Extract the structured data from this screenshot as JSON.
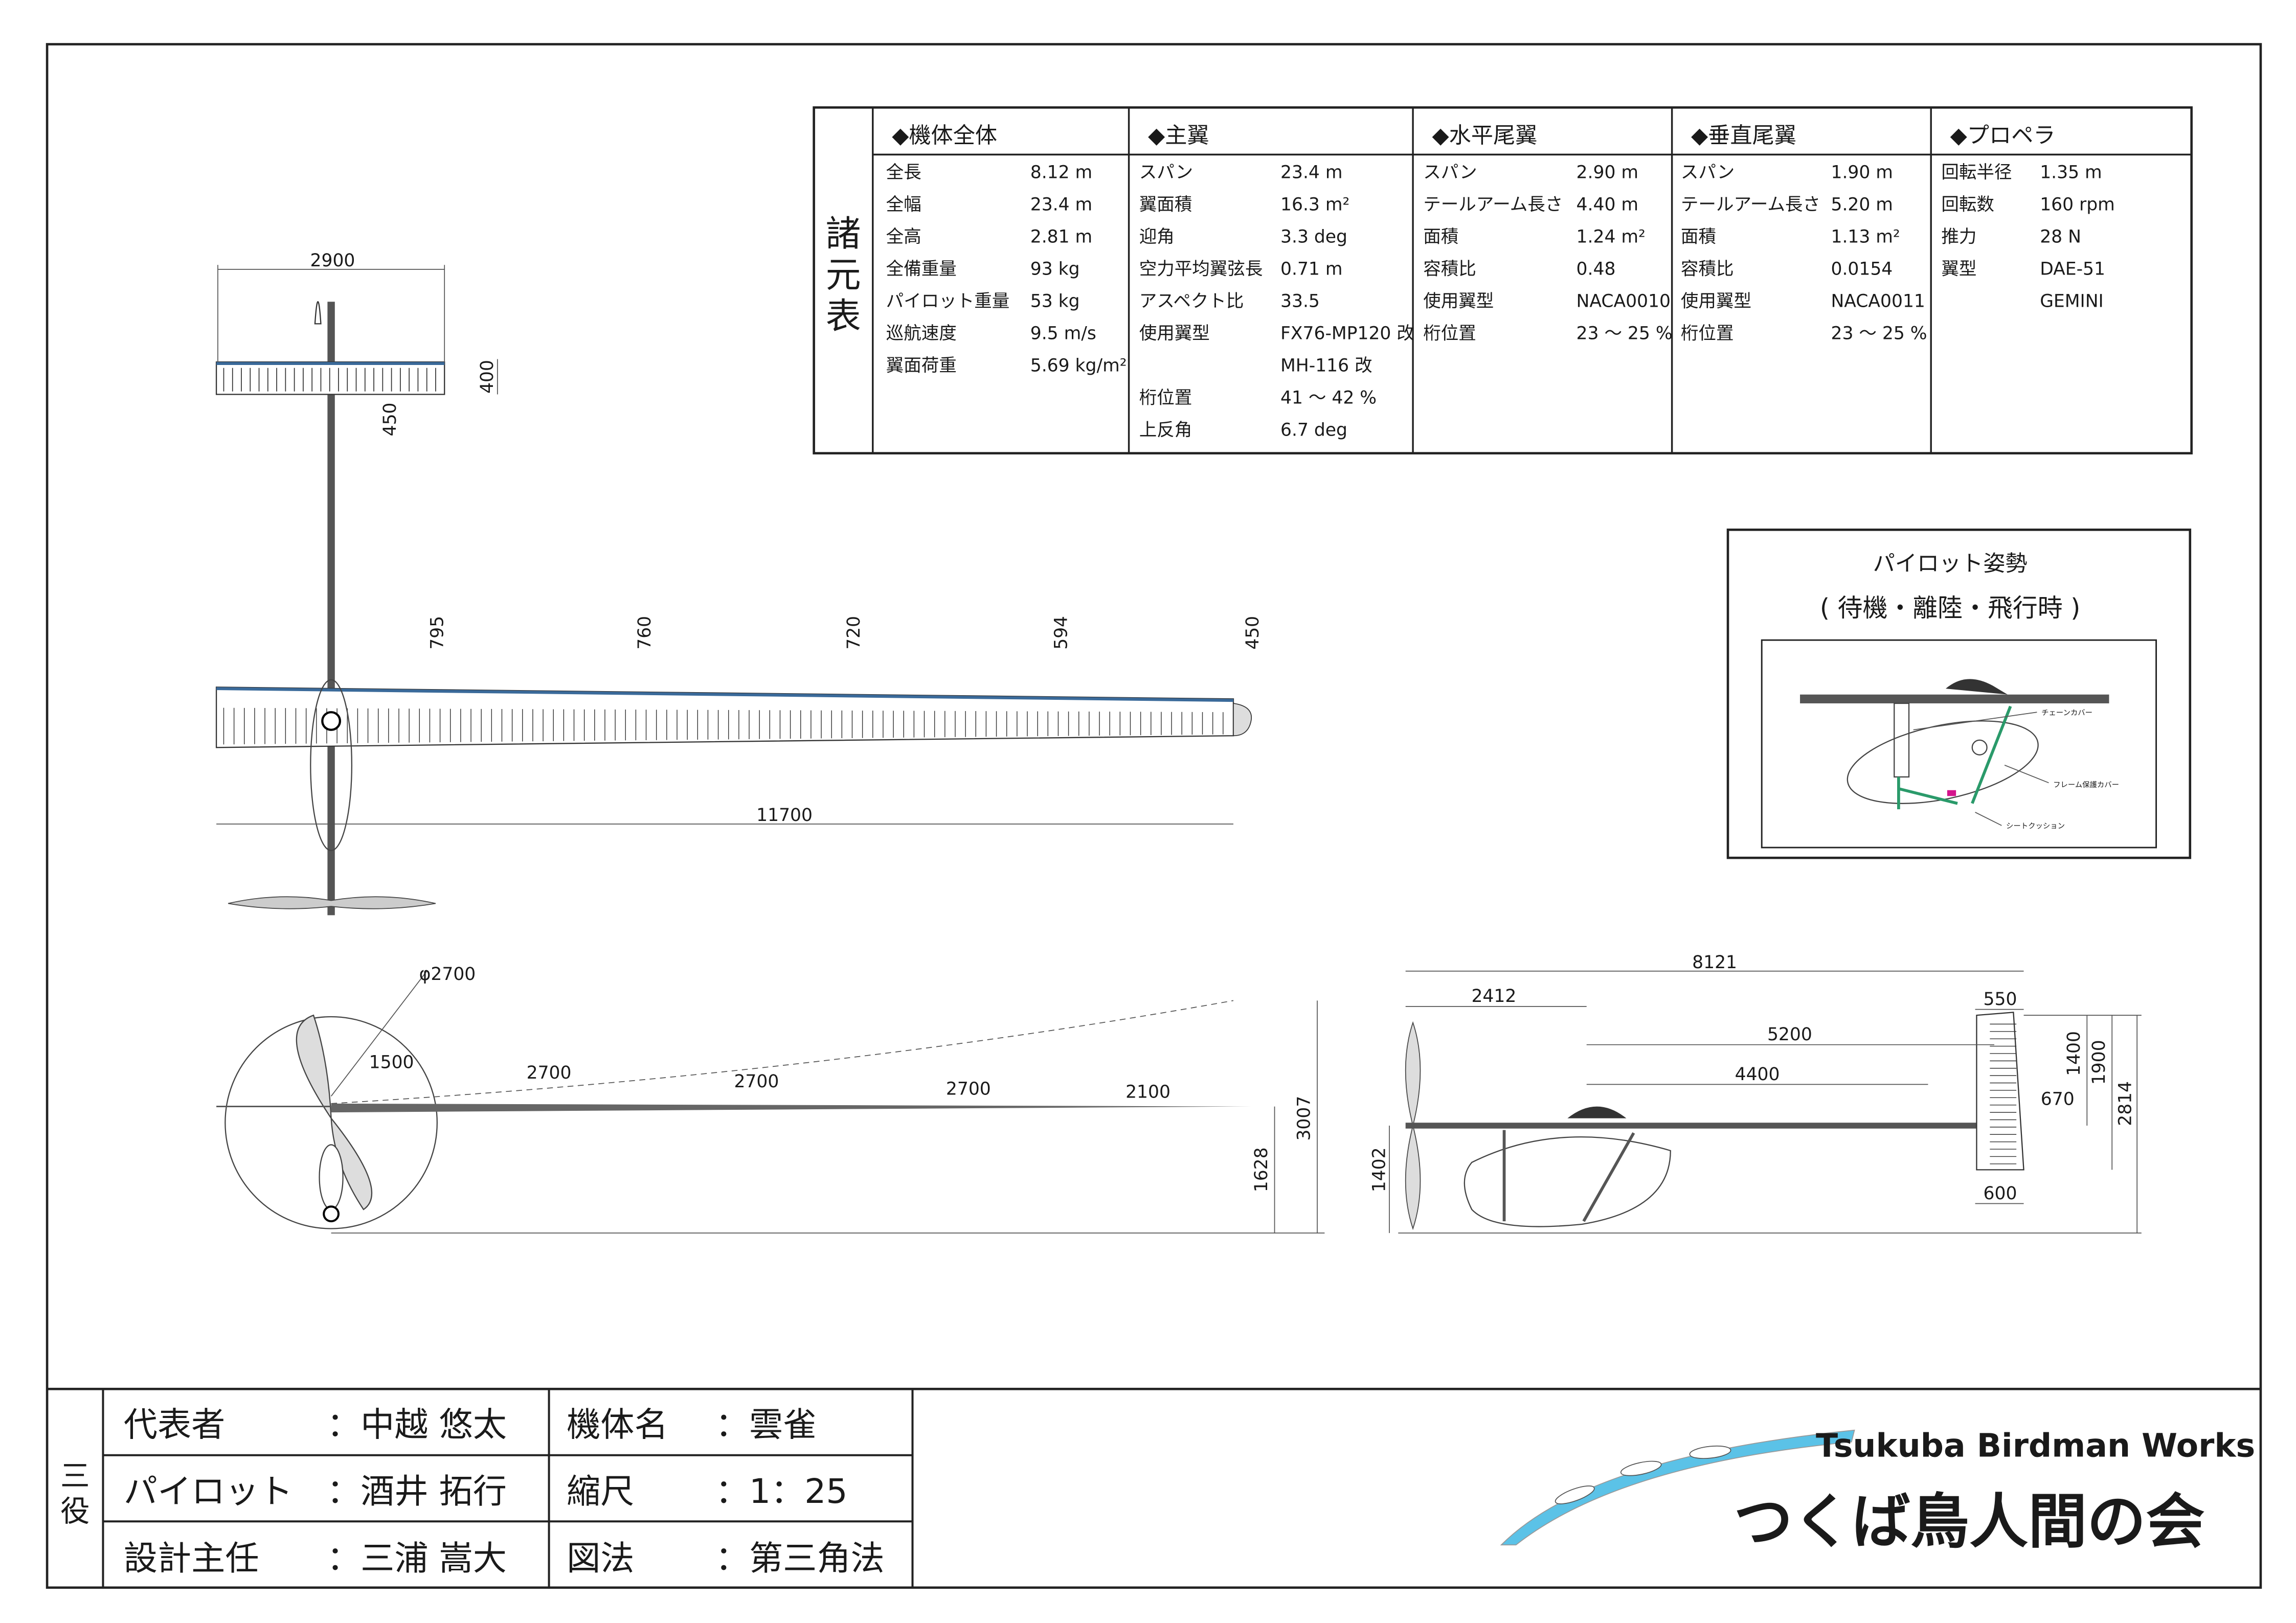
{
  "spec_table": {
    "title": "諸元表",
    "title_chars": [
      "諸",
      "元",
      "表"
    ],
    "columns": [
      {
        "header": "◆機体全体",
        "rows": [
          {
            "label": "全長",
            "value": "8.12 m"
          },
          {
            "label": "全幅",
            "value": "23.4 m"
          },
          {
            "label": "全高",
            "value": "2.81 m"
          },
          {
            "label": "全備重量",
            "value": "93 kg"
          },
          {
            "label": "パイロット重量",
            "value": "53 kg"
          },
          {
            "label": "巡航速度",
            "value": "9.5 m/s"
          },
          {
            "label": "翼面荷重",
            "value": "5.69 kg/m²"
          }
        ]
      },
      {
        "header": "◆主翼",
        "rows": [
          {
            "label": "スパン",
            "value": "23.4 m"
          },
          {
            "label": "翼面積",
            "value": "16.3 m²"
          },
          {
            "label": "迎角",
            "value": "3.3 deg"
          },
          {
            "label": "空力平均翼弦長",
            "value": "0.71 m"
          },
          {
            "label": "アスペクト比",
            "value": "33.5"
          },
          {
            "label": "使用翼型",
            "value": "FX76-MP120 改"
          },
          {
            "label": "",
            "value": "MH-116 改"
          },
          {
            "label": "桁位置",
            "value": "41 ～ 42 %"
          },
          {
            "label": "上反角",
            "value": "6.7 deg"
          }
        ]
      },
      {
        "header": "◆水平尾翼",
        "rows": [
          {
            "label": "スパン",
            "value": "2.90 m"
          },
          {
            "label": "テールアーム長さ",
            "value": "4.40 m"
          },
          {
            "label": "面積",
            "value": "1.24 m²"
          },
          {
            "label": "容積比",
            "value": "0.48"
          },
          {
            "label": "使用翼型",
            "value": "NACA0010"
          },
          {
            "label": "桁位置",
            "value": "23 ～ 25 %"
          }
        ]
      },
      {
        "header": "◆垂直尾翼",
        "rows": [
          {
            "label": "スパン",
            "value": "1.90 m"
          },
          {
            "label": "テールアーム長さ",
            "value": "5.20 m"
          },
          {
            "label": "面積",
            "value": "1.13 m²"
          },
          {
            "label": "容積比",
            "value": "0.0154"
          },
          {
            "label": "使用翼型",
            "value": "NACA0011"
          },
          {
            "label": "桁位置",
            "value": "23 ～ 25 %"
          }
        ]
      },
      {
        "header": "◆プロペラ",
        "rows": [
          {
            "label": "回転半径",
            "value": "1.35 m"
          },
          {
            "label": "回転数",
            "value": "160 rpm"
          },
          {
            "label": "推力",
            "value": "28 N"
          },
          {
            "label": "翼型",
            "value": "DAE-51"
          },
          {
            "label": "",
            "value": "GEMINI"
          }
        ]
      }
    ]
  },
  "pilot_posture": {
    "title": "パイロット姿勢",
    "subtitle": "( 待機・離陸・飛行時 )",
    "callouts": [
      "チェーンカバー",
      "フレーム保護カバー",
      "シートクッション"
    ]
  },
  "top_view": {
    "dims": [
      "2900",
      "400",
      "450",
      "795",
      "760",
      "720",
      "594",
      "450",
      "11700"
    ]
  },
  "front_view": {
    "dims": [
      "φ2700",
      "1500",
      "2700",
      "2700",
      "2700",
      "2100",
      "3007",
      "1628"
    ]
  },
  "side_view": {
    "dims": [
      "8121",
      "2412",
      "5200",
      "4400",
      "550",
      "1400",
      "1900",
      "670",
      "2814",
      "600",
      "1402"
    ]
  },
  "title_block": {
    "side_label_chars": [
      "三",
      "役"
    ],
    "roles": [
      {
        "label": "代表者",
        "value": "：中越 悠太"
      },
      {
        "label": "パイロット",
        "value": "：酒井 拓行"
      },
      {
        "label": "設計主任",
        "value": "：三浦 嵩大"
      }
    ],
    "info": [
      {
        "label": "機体名",
        "value": "：雲雀"
      },
      {
        "label": "縮尺",
        "value": "：1：25"
      },
      {
        "label": "図法",
        "value": "：第三角法"
      }
    ]
  },
  "logo": {
    "en": "Tsukuba Birdman Works",
    "ja": "つくば鳥人間の会",
    "color": "#5bc2e7"
  }
}
